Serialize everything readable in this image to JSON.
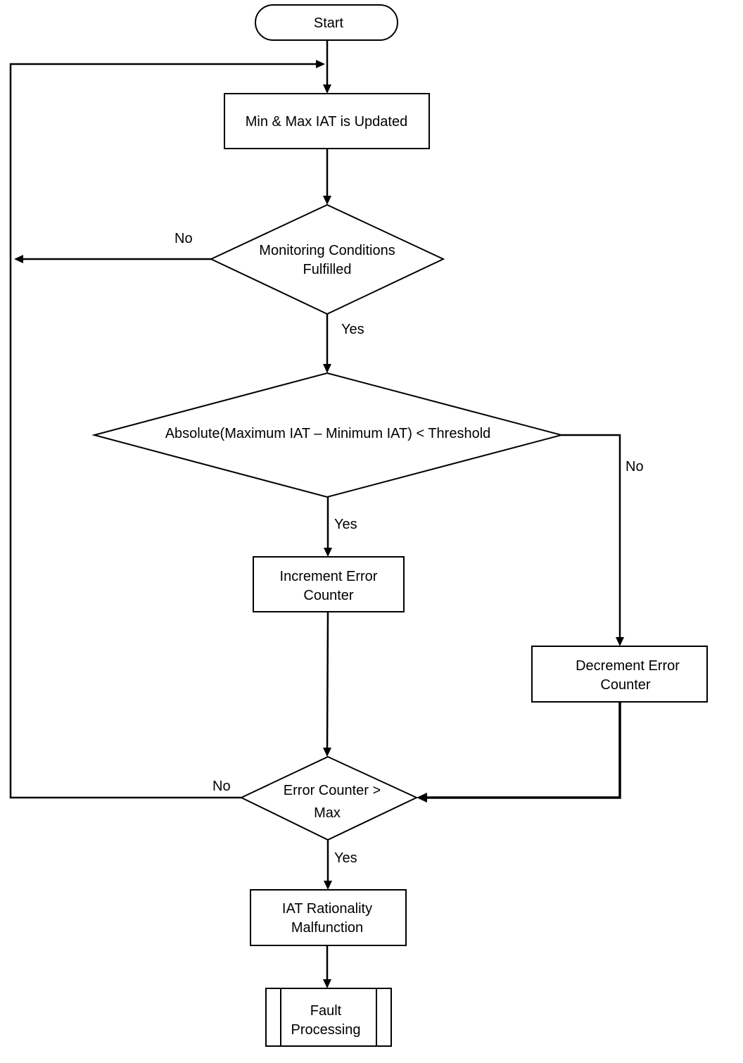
{
  "diagram": {
    "nodes": {
      "start": {
        "label": "Start"
      },
      "update": {
        "label": "Min & Max IAT is Updated"
      },
      "monitor": {
        "line1": "Monitoring Conditions",
        "line2": "Fulfilled"
      },
      "absolute": {
        "label": "Absolute(Maximum IAT – Minimum IAT) < Threshold"
      },
      "increment": {
        "line1": "Increment Error",
        "line2": "Counter"
      },
      "decrement": {
        "line1": "Decrement Error",
        "line2": "Counter"
      },
      "error_check": {
        "line1": "Error Counter >",
        "line2": "Max"
      },
      "malfunction": {
        "line1": "IAT Rationality",
        "line2": "Malfunction"
      },
      "fault": {
        "line1": "Fault",
        "line2": "Processing"
      }
    },
    "edges": {
      "monitor_no": "No",
      "monitor_yes": "Yes",
      "absolute_no": "No",
      "absolute_yes": "Yes",
      "error_no": "No",
      "error_yes": "Yes"
    }
  }
}
